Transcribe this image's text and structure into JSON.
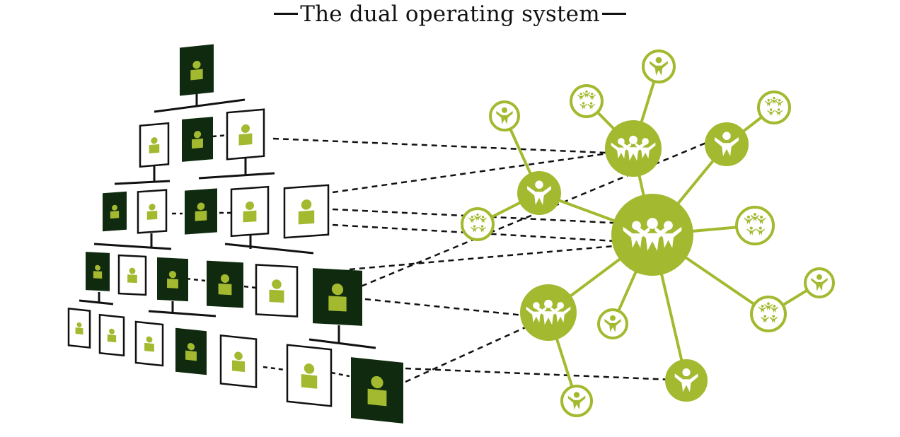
{
  "title": "The dual operating system",
  "colors": {
    "dark": "#0f2a0f",
    "accent": "#a3b92f",
    "line": "#111111",
    "white": "#ffffff"
  },
  "hierarchy": {
    "description_icon": "person-icon",
    "boxes_per_row": [
      1,
      3,
      5,
      6,
      7
    ]
  },
  "network": {
    "hub_icon": "people-group-icon",
    "node_icon": "person-icon"
  }
}
